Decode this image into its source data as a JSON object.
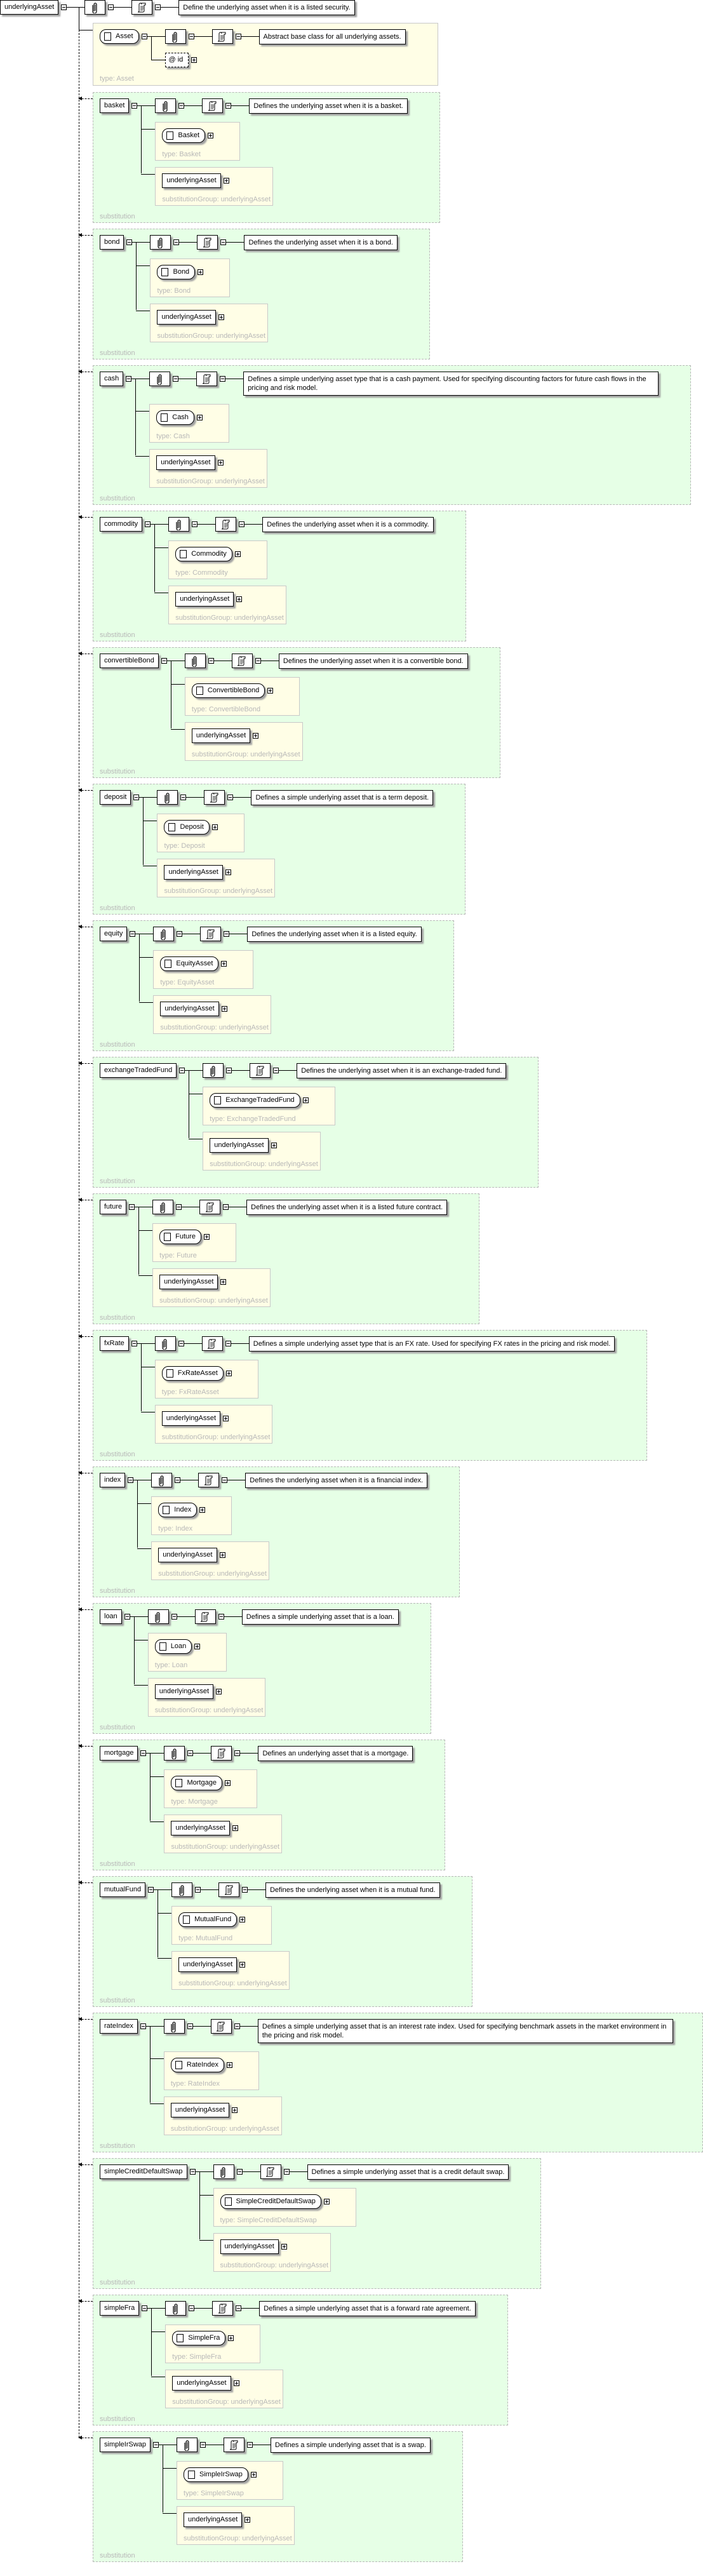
{
  "root": {
    "name": "underlyingAsset",
    "description": "Define the underlying asset when it is a listed security."
  },
  "asset": {
    "name": "Asset",
    "description": "Abstract base class for all underlying assets.",
    "attribute": "@ id",
    "type": "Asset"
  },
  "labels": {
    "type_prefix": "type:",
    "group_prefix": "substitutionGroup:",
    "section": "substitution"
  },
  "substitutions": [
    {
      "name": "basket",
      "description": "Defines the underlying asset when it is a basket.",
      "type": "Basket",
      "group": "underlyingAsset"
    },
    {
      "name": "bond",
      "description": "Defines the underlying asset when it is a bond.",
      "type": "Bond",
      "group": "underlyingAsset"
    },
    {
      "name": "cash",
      "description": "Defines a simple underlying asset type that is a cash payment. Used for specifying discounting factors for future cash flows in the pricing and risk model.",
      "type": "Cash",
      "group": "underlyingAsset"
    },
    {
      "name": "commodity",
      "description": "Defines the underlying asset when it is a commodity.",
      "type": "Commodity",
      "group": "underlyingAsset"
    },
    {
      "name": "convertibleBond",
      "description": "Defines the underlying asset when it is a convertible bond.",
      "type": "ConvertibleBond",
      "group": "underlyingAsset"
    },
    {
      "name": "deposit",
      "description": "Defines a simple underlying asset that is a term deposit.",
      "type": "Deposit",
      "group": "underlyingAsset"
    },
    {
      "name": "equity",
      "description": "Defines the underlying asset when it is a listed equity.",
      "type": "EquityAsset",
      "group": "underlyingAsset"
    },
    {
      "name": "exchangeTradedFund",
      "description": "Defines the underlying asset when it is an exchange-traded fund.",
      "type": "ExchangeTradedFund",
      "group": "underlyingAsset"
    },
    {
      "name": "future",
      "description": "Defines the underlying asset when it is a listed future contract.",
      "type": "Future",
      "group": "underlyingAsset"
    },
    {
      "name": "fxRate",
      "description": "Defines a simple underlying asset type that is an FX rate. Used for specifying FX rates in the pricing and risk model.",
      "type": "FxRateAsset",
      "group": "underlyingAsset"
    },
    {
      "name": "index",
      "description": "Defines the underlying asset when it is a financial index.",
      "type": "Index",
      "group": "underlyingAsset"
    },
    {
      "name": "loan",
      "description": "Defines a simple underlying asset that is a loan.",
      "type": "Loan",
      "group": "underlyingAsset"
    },
    {
      "name": "mortgage",
      "description": "Defines an underlying asset that is a mortgage.",
      "type": "Mortgage",
      "group": "underlyingAsset"
    },
    {
      "name": "mutualFund",
      "description": "Defines the underlying asset when it is a mutual fund.",
      "type": "MutualFund",
      "group": "underlyingAsset"
    },
    {
      "name": "rateIndex",
      "description": "Defines a simple underlying asset that is an interest rate index. Used for specifying benchmark assets in the market environment in the pricing and risk model.",
      "type": "RateIndex",
      "group": "underlyingAsset"
    },
    {
      "name": "simpleCreditDefaultSwap",
      "description": "Defines a simple underlying asset that is a credit default swap.",
      "type": "SimpleCreditDefaultSwap",
      "group": "underlyingAsset"
    },
    {
      "name": "simpleFra",
      "description": "Defines a simple underlying asset that is a forward rate agreement.",
      "type": "SimpleFra",
      "group": "underlyingAsset"
    },
    {
      "name": "simpleIrSwap",
      "description": "Defines a simple underlying asset that is a swap.",
      "type": "SimpleIrSwap",
      "group": "underlyingAsset"
    }
  ]
}
